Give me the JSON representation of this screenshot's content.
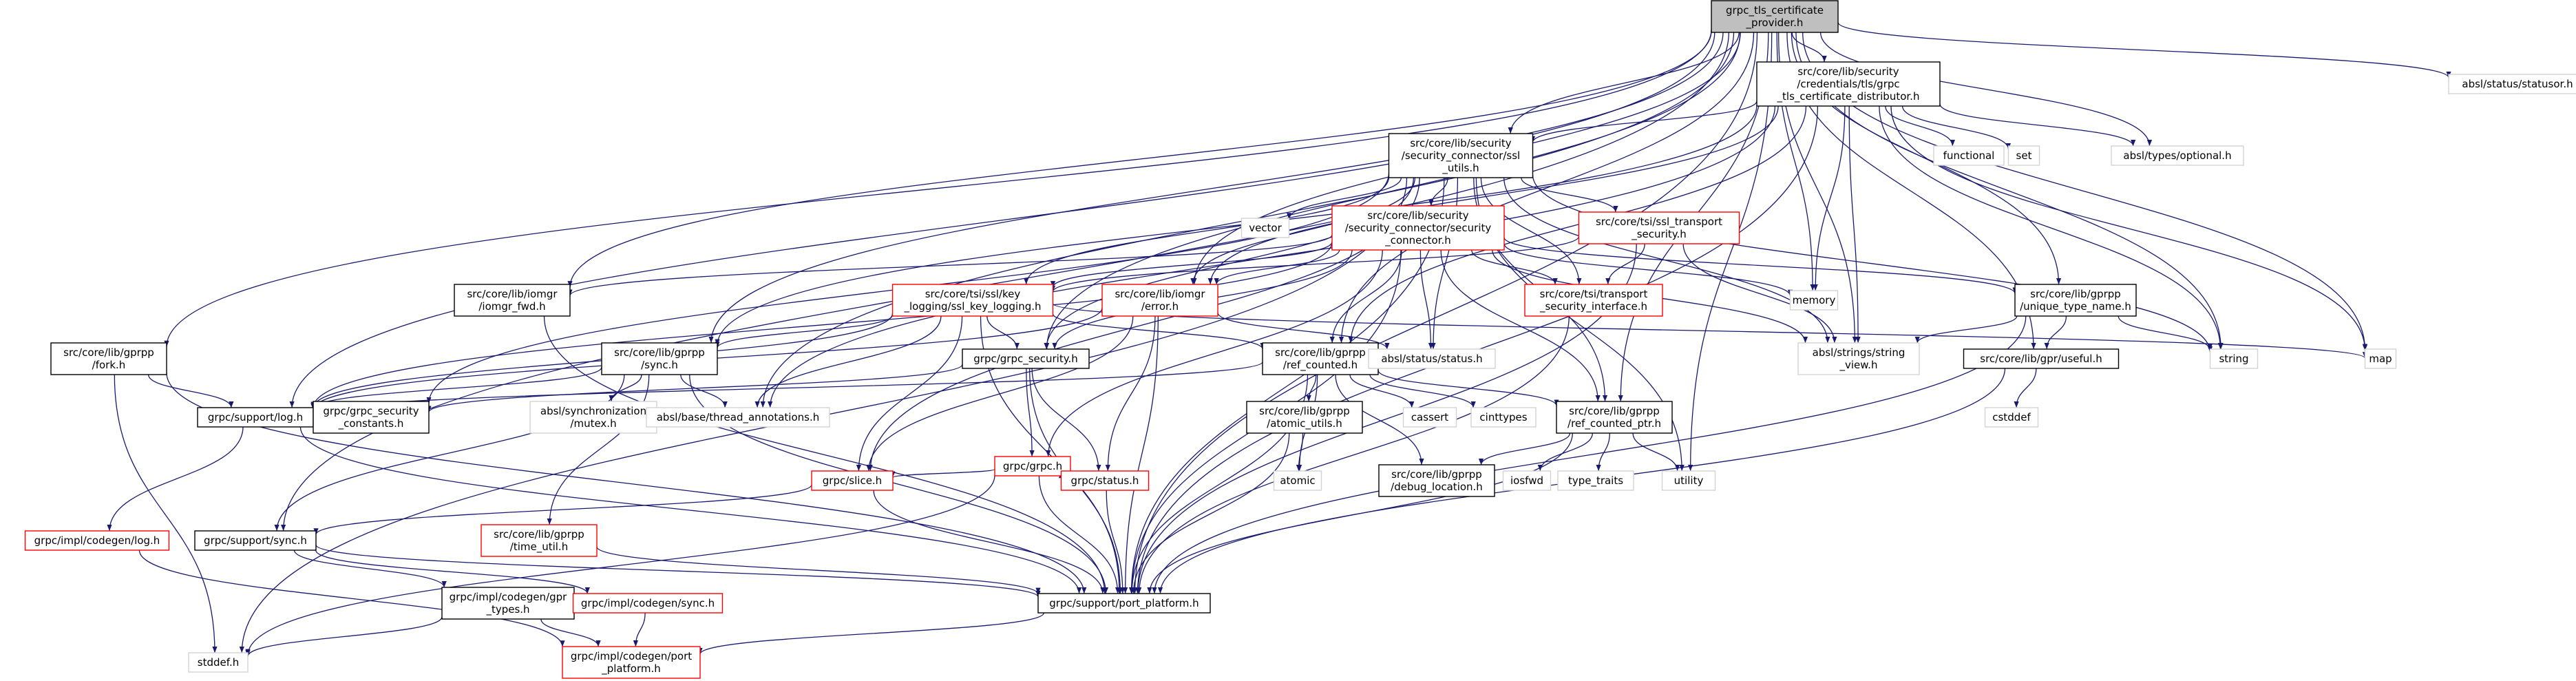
{
  "title": "grpc_tls_certificate_provider.h",
  "colors": {
    "edge": "#191970",
    "root_fill": "#bfbfbf",
    "black_border": "#000000",
    "red_border": "#ff0000",
    "gray_border": "#d3d3d3",
    "text": "#000000",
    "gray_text": "#808080"
  },
  "nodes": [
    {
      "id": "root",
      "lines": [
        "grpc_tls_certificate",
        "_provider.h"
      ],
      "style": "root"
    },
    {
      "id": "distributor",
      "lines": [
        "src/core/lib/security",
        "/credentials/tls/grpc",
        "_tls_certificate_distributor.h"
      ],
      "style": "black"
    },
    {
      "id": "statusor",
      "lines": [
        "absl/status/statusor.h"
      ],
      "style": "gray"
    },
    {
      "id": "ssl_utils",
      "lines": [
        "src/core/lib/security",
        "/security_connector/ssl",
        "_utils.h"
      ],
      "style": "black"
    },
    {
      "id": "functional",
      "lines": [
        "functional"
      ],
      "style": "gray"
    },
    {
      "id": "set",
      "lines": [
        "set"
      ],
      "style": "gray"
    },
    {
      "id": "optional",
      "lines": [
        "absl/types/optional.h"
      ],
      "style": "gray"
    },
    {
      "id": "security_connector",
      "lines": [
        "src/core/lib/security",
        "/security_connector/security",
        "_connector.h"
      ],
      "style": "red"
    },
    {
      "id": "transport_security_h",
      "lines": [
        "src/core/tsi/ssl_transport",
        "_security.h"
      ],
      "style": "red"
    },
    {
      "id": "vector",
      "lines": [
        "vector"
      ],
      "style": "gray"
    },
    {
      "id": "iomgr_fwd",
      "lines": [
        "src/core/lib/iomgr",
        "/iomgr_fwd.h"
      ],
      "style": "black"
    },
    {
      "id": "key_logging",
      "lines": [
        "src/core/tsi/ssl/key",
        "_logging/ssl_key_logging.h"
      ],
      "style": "red"
    },
    {
      "id": "iomgr_error",
      "lines": [
        "src/core/lib/iomgr",
        "/error.h"
      ],
      "style": "red"
    },
    {
      "id": "transport_security_interface",
      "lines": [
        "src/core/tsi/transport",
        "_security_interface.h"
      ],
      "style": "red"
    },
    {
      "id": "memory",
      "lines": [
        "memory"
      ],
      "style": "gray"
    },
    {
      "id": "unique_type_name",
      "lines": [
        "src/core/lib/gprpp",
        "/unique_type_name.h"
      ],
      "style": "black"
    },
    {
      "id": "fork",
      "lines": [
        "src/core/lib/gprpp",
        "/fork.h"
      ],
      "style": "black"
    },
    {
      "id": "gprpp_sync",
      "lines": [
        "src/core/lib/gprpp",
        "/sync.h"
      ],
      "style": "black"
    },
    {
      "id": "grpc_security",
      "lines": [
        "grpc/grpc_security.h"
      ],
      "style": "black"
    },
    {
      "id": "ref_counted",
      "lines": [
        "src/core/lib/gprpp",
        "/ref_counted.h"
      ],
      "style": "black"
    },
    {
      "id": "abslstatus",
      "lines": [
        "absl/status/status.h"
      ],
      "style": "gray"
    },
    {
      "id": "string_view",
      "lines": [
        "absl/strings/string",
        "_view.h"
      ],
      "style": "gray"
    },
    {
      "id": "gpr_useful",
      "lines": [
        "src/core/lib/gpr/useful.h"
      ],
      "style": "black"
    },
    {
      "id": "string",
      "lines": [
        "string"
      ],
      "style": "gray"
    },
    {
      "id": "map",
      "lines": [
        "map"
      ],
      "style": "gray"
    },
    {
      "id": "support_log",
      "lines": [
        "grpc/support/log.h"
      ],
      "style": "black"
    },
    {
      "id": "security_constants",
      "lines": [
        "grpc/grpc_security",
        "_constants.h"
      ],
      "style": "black"
    },
    {
      "id": "synchronization_mutex",
      "lines": [
        "absl/synchronization",
        "/mutex.h"
      ],
      "style": "gray"
    },
    {
      "id": "thread_annotations",
      "lines": [
        "absl/base/thread_annotations.h"
      ],
      "style": "gray"
    },
    {
      "id": "atomic_utils",
      "lines": [
        "src/core/lib/gprpp",
        "/atomic_utils.h"
      ],
      "style": "black"
    },
    {
      "id": "cassert",
      "lines": [
        "cassert"
      ],
      "style": "gray"
    },
    {
      "id": "cinttypes",
      "lines": [
        "cinttypes"
      ],
      "style": "gray"
    },
    {
      "id": "ref_counted_ptr",
      "lines": [
        "src/core/lib/gprpp",
        "/ref_counted_ptr.h"
      ],
      "style": "black"
    },
    {
      "id": "cstddef",
      "lines": [
        "cstddef"
      ],
      "style": "gray"
    },
    {
      "id": "grpc_h",
      "lines": [
        "grpc/grpc.h"
      ],
      "style": "red"
    },
    {
      "id": "slice_h",
      "lines": [
        "grpc/slice.h"
      ],
      "style": "red"
    },
    {
      "id": "status_h",
      "lines": [
        "grpc/status.h"
      ],
      "style": "red"
    },
    {
      "id": "atomic",
      "lines": [
        "atomic"
      ],
      "style": "gray"
    },
    {
      "id": "debug_location",
      "lines": [
        "src/core/lib/gprpp",
        "/debug_location.h"
      ],
      "style": "black"
    },
    {
      "id": "iosfwd",
      "lines": [
        "iosfwd"
      ],
      "style": "gray"
    },
    {
      "id": "type_traits",
      "lines": [
        "type_traits"
      ],
      "style": "gray"
    },
    {
      "id": "utility",
      "lines": [
        "utility"
      ],
      "style": "gray"
    },
    {
      "id": "codegen_log",
      "lines": [
        "grpc/impl/codegen/log.h"
      ],
      "style": "red"
    },
    {
      "id": "time_util",
      "lines": [
        "src/core/lib/gprpp",
        "/time_util.h"
      ],
      "style": "red"
    },
    {
      "id": "support_sync",
      "lines": [
        "grpc/support/sync.h"
      ],
      "style": "black"
    },
    {
      "id": "gpr_types",
      "lines": [
        "grpc/impl/codegen/gpr",
        "_types.h"
      ],
      "style": "black"
    },
    {
      "id": "codegen_sync",
      "lines": [
        "grpc/impl/codegen/sync.h"
      ],
      "style": "red"
    },
    {
      "id": "port_platform",
      "lines": [
        "grpc/support/port_platform.h"
      ],
      "style": "black"
    },
    {
      "id": "stddef",
      "lines": [
        "stddef.h"
      ],
      "style": "gray"
    },
    {
      "id": "codegen_port_platform",
      "lines": [
        "grpc/impl/codegen/port",
        "_platform.h"
      ],
      "style": "red"
    }
  ],
  "edges": [
    [
      "root",
      "distributor"
    ],
    [
      "root",
      "statusor"
    ],
    [
      "root",
      "ssl_utils"
    ],
    [
      "root",
      "optional"
    ],
    [
      "root",
      "memory"
    ],
    [
      "root",
      "unique_type_name"
    ],
    [
      "root",
      "string_view"
    ],
    [
      "root",
      "string"
    ],
    [
      "root",
      "map"
    ],
    [
      "root",
      "fork"
    ],
    [
      "root",
      "gprpp_sync"
    ],
    [
      "root",
      "grpc_security"
    ],
    [
      "root",
      "support_log"
    ],
    [
      "root",
      "thread_annotations"
    ],
    [
      "root",
      "ref_counted"
    ],
    [
      "root",
      "ref_counted_ptr"
    ],
    [
      "root",
      "iomgr_fwd"
    ],
    [
      "root",
      "iomgr_error"
    ],
    [
      "root",
      "support_sync"
    ],
    [
      "root",
      "port_platform"
    ],
    [
      "root",
      "gpr_useful"
    ],
    [
      "root",
      "utility"
    ],
    [
      "distributor",
      "ssl_utils"
    ],
    [
      "distributor",
      "functional"
    ],
    [
      "distributor",
      "set"
    ],
    [
      "distributor",
      "optional"
    ],
    [
      "distributor",
      "memory"
    ],
    [
      "distributor",
      "string"
    ],
    [
      "distributor",
      "map"
    ],
    [
      "distributor",
      "string_view"
    ],
    [
      "distributor",
      "gprpp_sync"
    ],
    [
      "distributor",
      "iomgr_error"
    ],
    [
      "distributor",
      "ref_counted"
    ],
    [
      "distributor",
      "thread_annotations"
    ],
    [
      "distributor",
      "port_platform"
    ],
    [
      "ssl_utils",
      "security_connector"
    ],
    [
      "ssl_utils",
      "transport_security_h"
    ],
    [
      "ssl_utils",
      "vector"
    ],
    [
      "ssl_utils",
      "key_logging"
    ],
    [
      "ssl_utils",
      "iomgr_error"
    ],
    [
      "ssl_utils",
      "transport_security_interface"
    ],
    [
      "ssl_utils",
      "grpc_security"
    ],
    [
      "ssl_utils",
      "security_constants"
    ],
    [
      "ssl_utils",
      "slice_h"
    ],
    [
      "ssl_utils",
      "abslstatus"
    ],
    [
      "ssl_utils",
      "string_view"
    ],
    [
      "ssl_utils",
      "string"
    ],
    [
      "ssl_utils",
      "utility"
    ],
    [
      "ssl_utils",
      "ref_counted_ptr"
    ],
    [
      "ssl_utils",
      "port_platform"
    ],
    [
      "ssl_utils",
      "stddef"
    ],
    [
      "security_connector",
      "iomgr_fwd"
    ],
    [
      "security_connector",
      "key_logging"
    ],
    [
      "security_connector",
      "iomgr_error"
    ],
    [
      "security_connector",
      "transport_security_interface"
    ],
    [
      "security_connector",
      "memory"
    ],
    [
      "security_connector",
      "unique_type_name"
    ],
    [
      "security_connector",
      "grpc_security"
    ],
    [
      "security_connector",
      "ref_counted"
    ],
    [
      "security_connector",
      "abslstatus"
    ],
    [
      "security_connector",
      "string_view"
    ],
    [
      "security_connector",
      "ref_counted_ptr"
    ],
    [
      "security_connector",
      "grpc_h"
    ],
    [
      "security_connector",
      "port_platform"
    ],
    [
      "security_connector",
      "support_log"
    ],
    [
      "transport_security_h",
      "transport_security_interface"
    ],
    [
      "transport_security_h",
      "key_logging"
    ],
    [
      "transport_security_h",
      "string_view"
    ],
    [
      "transport_security_h",
      "port_platform"
    ],
    [
      "iomgr_fwd",
      "port_platform"
    ],
    [
      "key_logging",
      "gprpp_sync"
    ],
    [
      "key_logging",
      "grpc_security"
    ],
    [
      "key_logging",
      "ref_counted"
    ],
    [
      "key_logging",
      "slice_h"
    ],
    [
      "key_logging",
      "thread_annotations"
    ],
    [
      "key_logging",
      "map"
    ],
    [
      "key_logging",
      "port_platform"
    ],
    [
      "key_logging",
      "support_log"
    ],
    [
      "iomgr_error",
      "abslstatus"
    ],
    [
      "iomgr_error",
      "slice_h"
    ],
    [
      "iomgr_error",
      "status_h"
    ],
    [
      "iomgr_error",
      "port_platform"
    ],
    [
      "iomgr_error",
      "support_log"
    ],
    [
      "transport_security_interface",
      "port_platform"
    ],
    [
      "unique_type_name",
      "string_view"
    ],
    [
      "unique_type_name",
      "gpr_useful"
    ],
    [
      "unique_type_name",
      "string"
    ],
    [
      "unique_type_name",
      "port_platform"
    ],
    [
      "fork",
      "support_log"
    ],
    [
      "fork",
      "stddef"
    ],
    [
      "fork",
      "port_platform"
    ],
    [
      "gprpp_sync",
      "support_log"
    ],
    [
      "gprpp_sync",
      "synchronization_mutex"
    ],
    [
      "gprpp_sync",
      "thread_annotations"
    ],
    [
      "gprpp_sync",
      "time_util"
    ],
    [
      "gprpp_sync",
      "support_sync"
    ],
    [
      "gprpp_sync",
      "port_platform"
    ],
    [
      "grpc_security",
      "security_constants"
    ],
    [
      "grpc_security",
      "grpc_h"
    ],
    [
      "grpc_security",
      "status_h"
    ],
    [
      "grpc_security",
      "port_platform"
    ],
    [
      "ref_counted",
      "atomic_utils"
    ],
    [
      "ref_counted",
      "cassert"
    ],
    [
      "ref_counted",
      "cinttypes"
    ],
    [
      "ref_counted",
      "ref_counted_ptr"
    ],
    [
      "ref_counted",
      "debug_location"
    ],
    [
      "ref_counted",
      "atomic"
    ],
    [
      "ref_counted",
      "support_log"
    ],
    [
      "ref_counted",
      "port_platform"
    ],
    [
      "gpr_useful",
      "cstddef"
    ],
    [
      "gpr_useful",
      "port_platform"
    ],
    [
      "support_log",
      "codegen_log"
    ],
    [
      "support_log",
      "port_platform"
    ],
    [
      "atomic_utils",
      "atomic"
    ],
    [
      "atomic_utils",
      "port_platform"
    ],
    [
      "ref_counted_ptr",
      "debug_location"
    ],
    [
      "ref_counted_ptr",
      "iosfwd"
    ],
    [
      "ref_counted_ptr",
      "type_traits"
    ],
    [
      "ref_counted_ptr",
      "utility"
    ],
    [
      "ref_counted_ptr",
      "port_platform"
    ],
    [
      "grpc_h",
      "slice_h"
    ],
    [
      "grpc_h",
      "status_h"
    ],
    [
      "grpc_h",
      "port_platform"
    ],
    [
      "grpc_h",
      "stddef"
    ],
    [
      "slice_h",
      "support_sync"
    ],
    [
      "slice_h",
      "port_platform"
    ],
    [
      "status_h",
      "port_platform"
    ],
    [
      "codegen_log",
      "codegen_port_platform"
    ],
    [
      "time_util",
      "port_platform"
    ],
    [
      "support_sync",
      "gpr_types"
    ],
    [
      "support_sync",
      "codegen_sync"
    ],
    [
      "support_sync",
      "port_platform"
    ],
    [
      "gpr_types",
      "stddef"
    ],
    [
      "gpr_types",
      "codegen_port_platform"
    ],
    [
      "codegen_sync",
      "codegen_port_platform"
    ],
    [
      "port_platform",
      "codegen_port_platform"
    ]
  ]
}
